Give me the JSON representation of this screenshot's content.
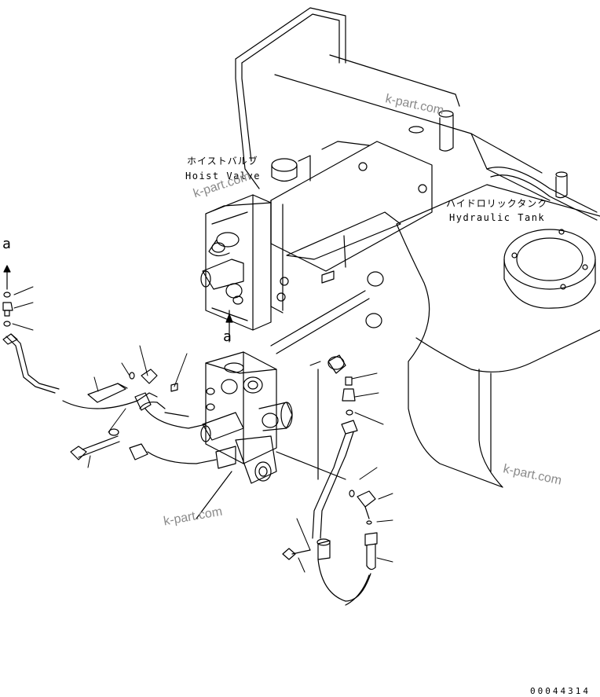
{
  "labels": {
    "hoist_valve_jp": "ホイストバルブ",
    "hoist_valve_en": "Hoist Valve",
    "hydraulic_tank_jp": "ハイドロリックタンク",
    "hydraulic_tank_en": "Hydraulic Tank",
    "ref_a_top": "a",
    "ref_a_mid": "a",
    "part_code": "00044314"
  },
  "watermarks": [
    "k-part.com",
    "k-part.com",
    "k-part.com",
    "k-part.com"
  ],
  "colors": {
    "line": "#000000",
    "watermark": "#8a8a8a",
    "background": "#ffffff"
  }
}
